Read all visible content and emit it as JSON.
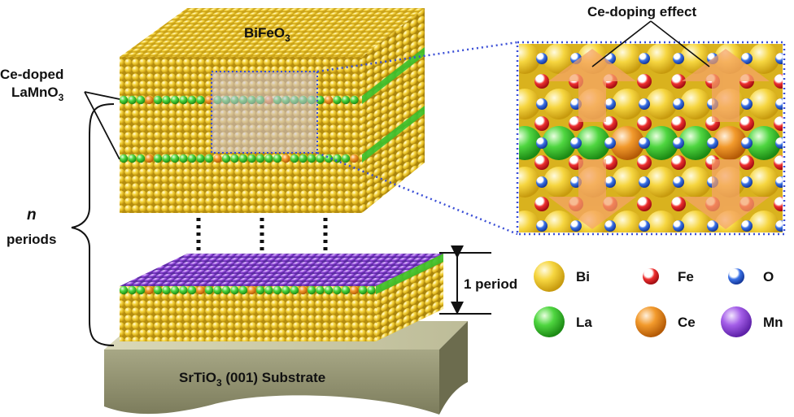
{
  "labels": {
    "top_block": "BiFeO",
    "top_block_sub": "3",
    "doped_line1": "Ce-doped",
    "doped_line2": "LaMnO",
    "doped_sub": "3",
    "n_symbol": "n",
    "periods": "periods",
    "one_period": "1 period",
    "substrate_a": "SrTiO",
    "substrate_sub": "3",
    "substrate_b": " (001) Substrate",
    "effect": "Ce-doping effect"
  },
  "legend": [
    {
      "symbol": "Bi",
      "color": "#f3cf2a",
      "kind": "large"
    },
    {
      "symbol": "Fe",
      "color": "#e3232b",
      "kind": "small"
    },
    {
      "symbol": "O",
      "color": "#2f63d8",
      "kind": "small"
    },
    {
      "symbol": "La",
      "color": "#3fcf32",
      "kind": "large"
    },
    {
      "symbol": "Ce",
      "color": "#f08a1c",
      "kind": "large"
    },
    {
      "symbol": "Mn",
      "color": "#9a4fe0",
      "kind": "large"
    }
  ],
  "colors": {
    "bi": "#f3cf2a",
    "la": "#3fcf32",
    "ce": "#f08a1c",
    "mn": "#9a4fe0",
    "fe": "#e3232b",
    "o": "#2f63d8",
    "substrate": "#8f8f6a",
    "arrow": "#f5a36a",
    "dotted_frame": "#3b4fd6"
  }
}
